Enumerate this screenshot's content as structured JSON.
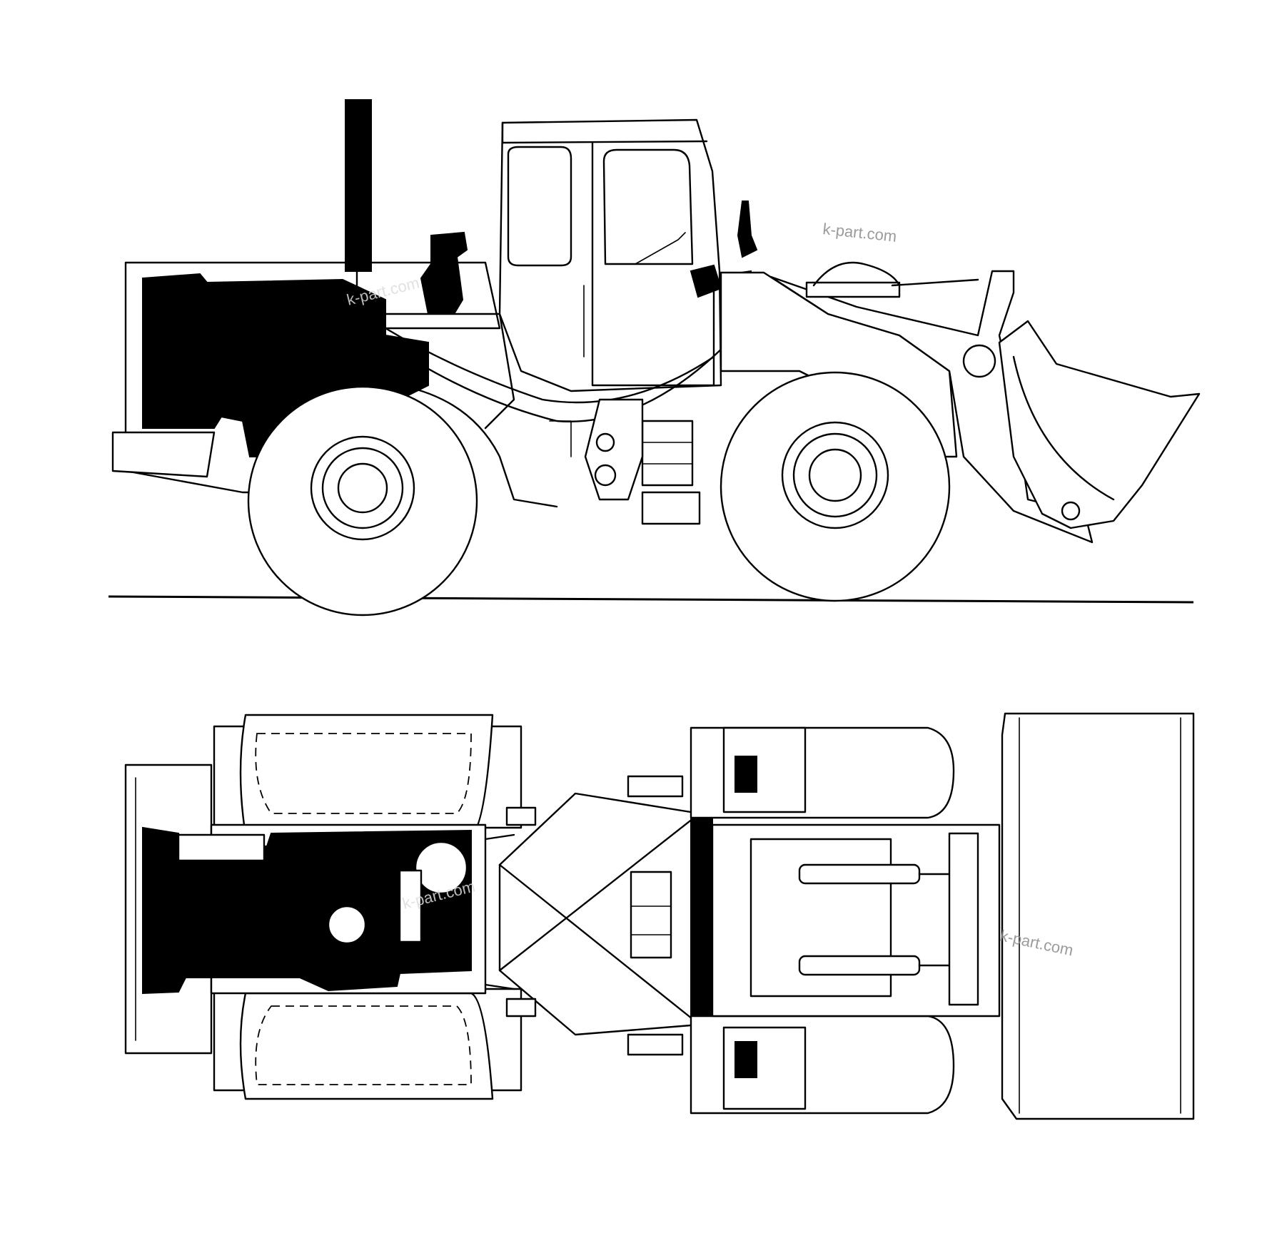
{
  "watermarks": {
    "side_top_right": "k-part.com",
    "side_engine": "k-part.com",
    "top_engine": "k-part.com",
    "top_boom": "k-part.com"
  },
  "colors": {
    "line": "#000000",
    "background": "#ffffff",
    "watermark": "#8a8a8a"
  }
}
